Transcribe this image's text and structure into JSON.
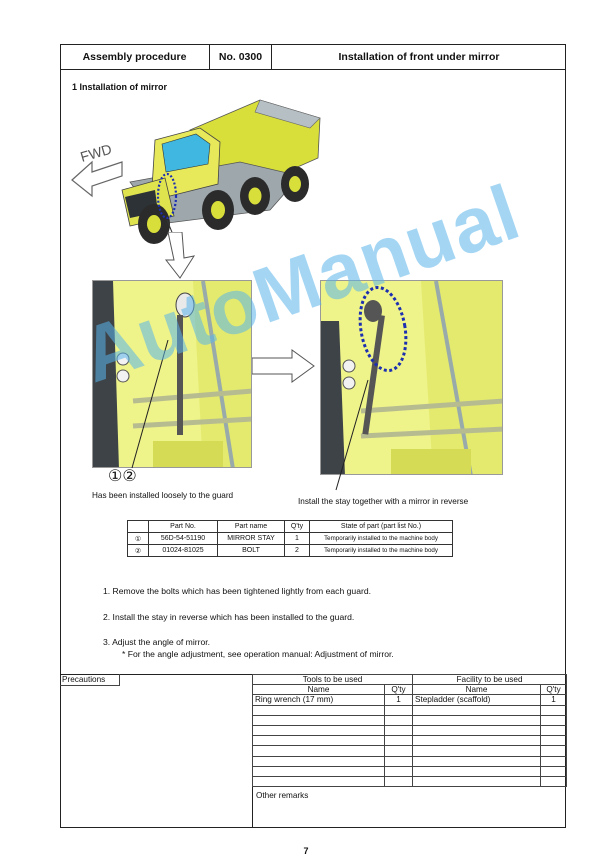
{
  "header": {
    "label": "Assembly procedure",
    "number": "No. 0300",
    "title": "Installation of front under mirror"
  },
  "section": {
    "title": "1 Installation of mirror"
  },
  "figure": {
    "fwd_label": "FWD",
    "callout": "①②",
    "caption_left": "Has been installed loosely to the guard",
    "caption_right": "Install the stay together with a mirror in reverse"
  },
  "parts_table": {
    "headers": [
      "",
      "Part No.",
      "Part name",
      "Q'ty",
      "State of part (part list No.)"
    ],
    "rows": [
      [
        "①",
        "56D-54-51190",
        "MIRROR STAY",
        "1",
        "Temporarily installed to the machine body"
      ],
      [
        "②",
        "01024-81025",
        "BOLT",
        "2",
        "Temporarily installed to the machine body"
      ]
    ]
  },
  "steps": [
    "1. Remove the bolts which has been tightened lightly from each guard.",
    "2. Install the stay in reverse which has been installed to the guard.",
    "3. Adjust the angle of mirror."
  ],
  "note": "* For the angle adjustment, see operation manual: Adjustment of mirror.",
  "bottom": {
    "precautions_label": "Precautions",
    "tools_label": "Tools to be used",
    "facility_label": "Facility to be used",
    "name_label": "Name",
    "qty_label": "Q'ty",
    "tools": [
      {
        "name": "Ring wrench (17 mm)",
        "qty": "1"
      }
    ],
    "facilities": [
      {
        "name": "Stepladder (scaffold)",
        "qty": "1"
      }
    ],
    "other_remarks_label": "Other remarks"
  },
  "watermark": "AutoManual",
  "page_number": "7",
  "colors": {
    "dump_body": "#d9df3a",
    "cab": "#3fb7e0",
    "dotted": "#1c2fb0",
    "watermark": "#5ab4eb"
  }
}
